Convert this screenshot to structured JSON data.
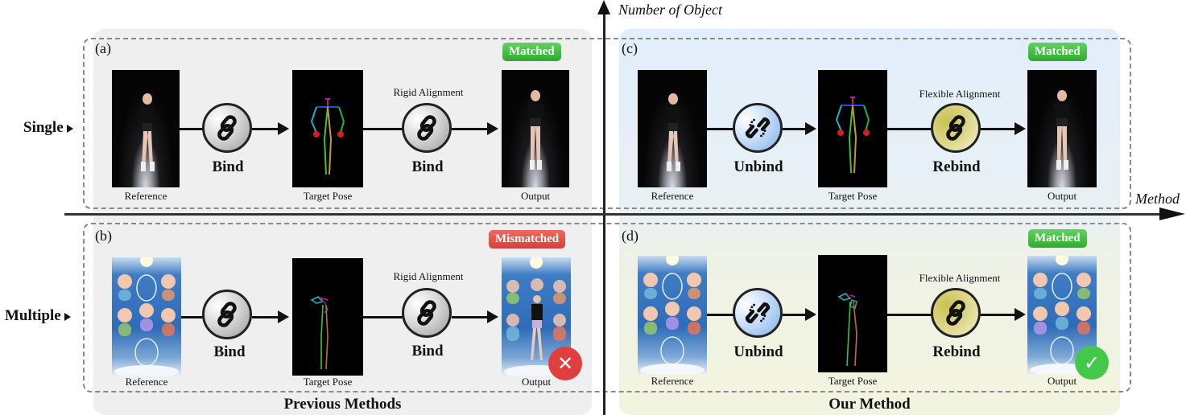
{
  "axes": {
    "y_label": "Number of Object",
    "x_label": "Method"
  },
  "rows": [
    {
      "label": "Single"
    },
    {
      "label": "Multiple"
    }
  ],
  "columns": [
    {
      "title": "Previous Methods"
    },
    {
      "title": "Our Method"
    }
  ],
  "panels": {
    "a": {
      "id": "(a)",
      "reference_caption": "Reference",
      "pose_caption": "Target Pose",
      "output_caption": "Output",
      "op1": "Bind",
      "op2": "Bind",
      "alignment": "Rigid Alignment",
      "badge": "Matched",
      "icon1": "link-icon",
      "icon2": "link-icon"
    },
    "b": {
      "id": "(b)",
      "reference_caption": "Reference",
      "pose_caption": "Target Pose",
      "output_caption": "Output",
      "op1": "Bind",
      "op2": "Bind",
      "alignment": "Rigid Alignment",
      "badge": "Mismatched",
      "status_icon": "x-icon",
      "status_glyph": "✕"
    },
    "c": {
      "id": "(c)",
      "reference_caption": "Reference",
      "pose_caption": "Target Pose",
      "output_caption": "Output",
      "op1": "Unbind",
      "op2": "Rebind",
      "alignment": "Flexible Alignment",
      "badge": "Matched",
      "icon1": "broken-link-icon",
      "icon2": "link-icon"
    },
    "d": {
      "id": "(d)",
      "reference_caption": "Reference",
      "pose_caption": "Target Pose",
      "output_caption": "Output",
      "op1": "Unbind",
      "op2": "Rebind",
      "alignment": "Flexible Alignment",
      "badge": "Matched",
      "status_icon": "check-icon",
      "status_glyph": "✓"
    }
  },
  "colors": {
    "matched": "#3dbb3d",
    "mismatched": "#e05047",
    "previous_bg": "#efefef",
    "ours_bg_top": "#e2eefb",
    "ours_bg_bottom": "#f3f4df"
  }
}
